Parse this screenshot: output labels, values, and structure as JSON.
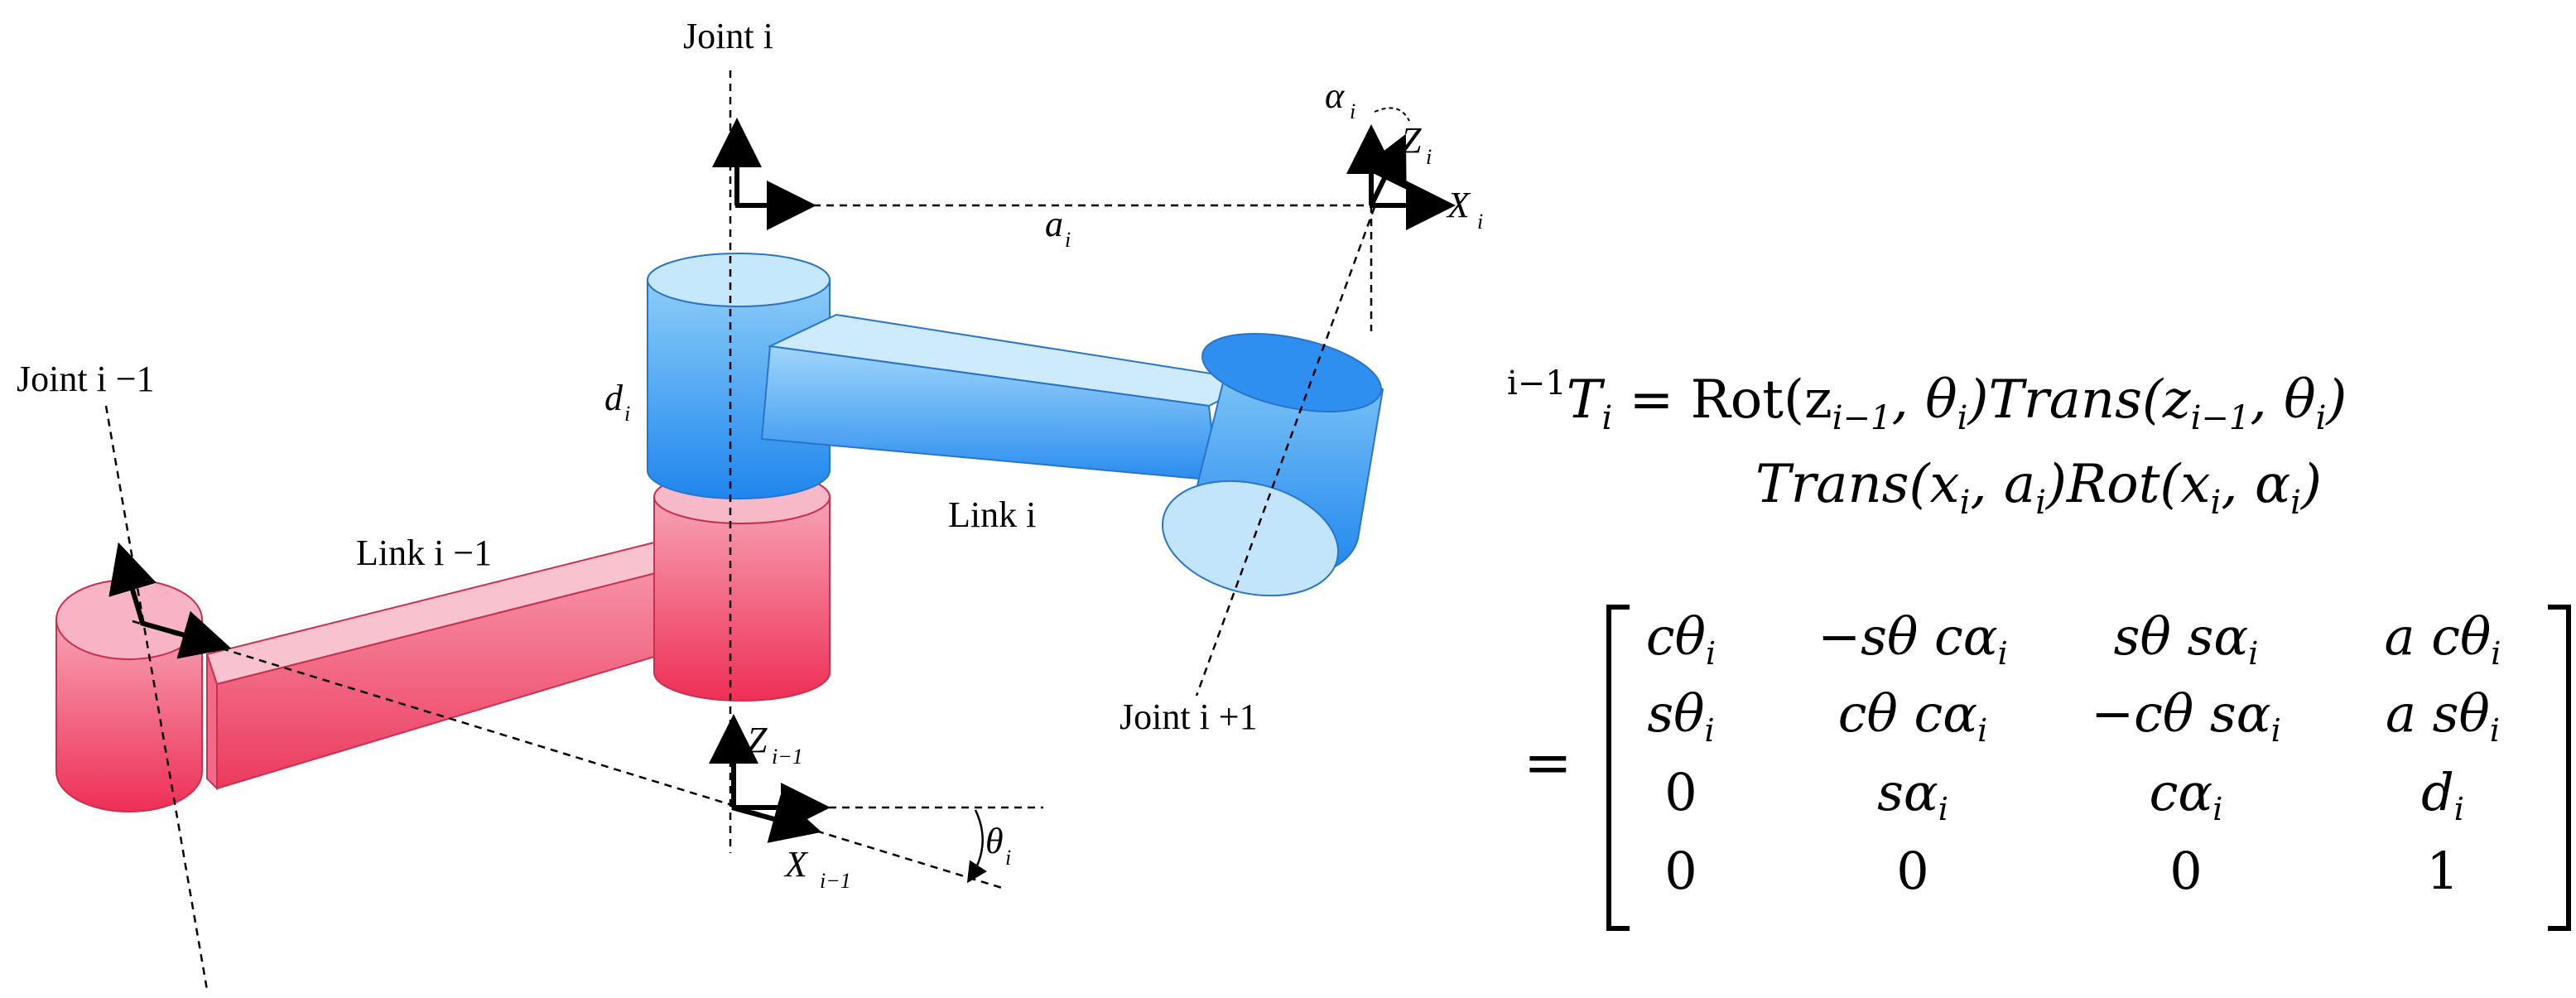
{
  "diagram": {
    "labels": {
      "joint_i": "Joint i",
      "joint_i_minus_1": "Joint i −1",
      "joint_i_plus_1": "Joint i +1",
      "link_i": "Link i",
      "link_i_minus_1": "Link i −1",
      "a_i": "a",
      "a_i_sub": "i",
      "d_i": "d",
      "d_i_sub": "i",
      "alpha_i": "α",
      "alpha_i_sub": "i",
      "z_i": "Z",
      "z_i_sub": "i",
      "x_i": "X",
      "x_i_sub": "i",
      "z_i_minus_1": "Z",
      "z_i_minus_1_sub": "i−1",
      "x_i_minus_1": "X",
      "x_i_minus_1_sub": "i−1",
      "theta_i": "θ",
      "theta_i_sub": "i"
    },
    "colors": {
      "red_link": "#ef3f63",
      "red_light": "#f8aabb",
      "blue_link": "#2f8ff0",
      "blue_light": "#bfe3fb"
    }
  },
  "equation": {
    "lhs_sup": "i−1",
    "lhs_T": "T",
    "lhs_sub": "i",
    "line1": "= Rot(z",
    "line1_tail": ", θ",
    "line1_tail2": ")Trans(z",
    "line1_tail3": ", θ",
    "line1_end": ")",
    "line2": "Trans(x",
    "line2_b": ", a",
    "line2_c": ")Rot(x",
    "line2_d": ", α",
    "line2_e": ")",
    "sub_i": "i",
    "sub_i_minus_1": "i−1",
    "equals": "=",
    "matrix": [
      [
        "cθ",
        "−sθ cα",
        "sθ sα",
        "a cθ"
      ],
      [
        "sθ",
        "cθ cα",
        "−cθ sα",
        "a sθ"
      ],
      [
        "0",
        "sα",
        "cα",
        "d"
      ],
      [
        "0",
        "0",
        "0",
        "1"
      ]
    ]
  }
}
